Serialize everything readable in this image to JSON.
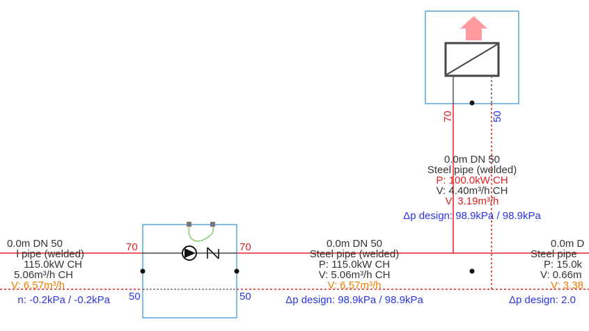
{
  "colors": {
    "supply": "#e02020",
    "return": "#e02020",
    "text": "#333333",
    "flow_orange": "#f07d00",
    "dp_blue": "#2a34e8",
    "box": "#2f8fd0",
    "arrow": "#ff9aa0"
  },
  "consumer": {
    "supply_temp": "70",
    "return_temp": "50"
  },
  "pump_unit": {
    "supply_temp_in": "70",
    "supply_temp_out": "70",
    "return_temp_in": "50",
    "return_temp_out": "50"
  },
  "segments": {
    "left": {
      "line1": "0.0m DN 50",
      "line2": "l pipe (welded)",
      "line3": "115.0kW CH",
      "line4": "5.06m³/h CH",
      "line5": "V: 6.57m³/h",
      "line6": "n: -0.2kPa / -0.2kPa"
    },
    "middle": {
      "line1": "0.0m DN 50",
      "line2": "Steel pipe (welded)",
      "line3": "P: 115.0kW CH",
      "line4": "V: 5.06m³/h CH",
      "line5": "V: 6.57m³/h",
      "line6": "Δp design: 98.9kPa / 98.9kPa"
    },
    "riser": {
      "line1": "0.0m DN 50",
      "line2": "Steel pipe (welded)",
      "line3": "P: 100.0kW CH",
      "line4": "V: 4.40m³/h CH",
      "line5": "V: 3.19m³/h",
      "line6": "Δp design: 98.9kPa / 98.9kPa"
    },
    "right": {
      "line1": "0.0m D",
      "line2": "Steel pipe",
      "line3": "P: 15.0k",
      "line4": "V: 0.66m",
      "line5": "V: 3.38",
      "line6": "Δp design: 2.0"
    }
  }
}
